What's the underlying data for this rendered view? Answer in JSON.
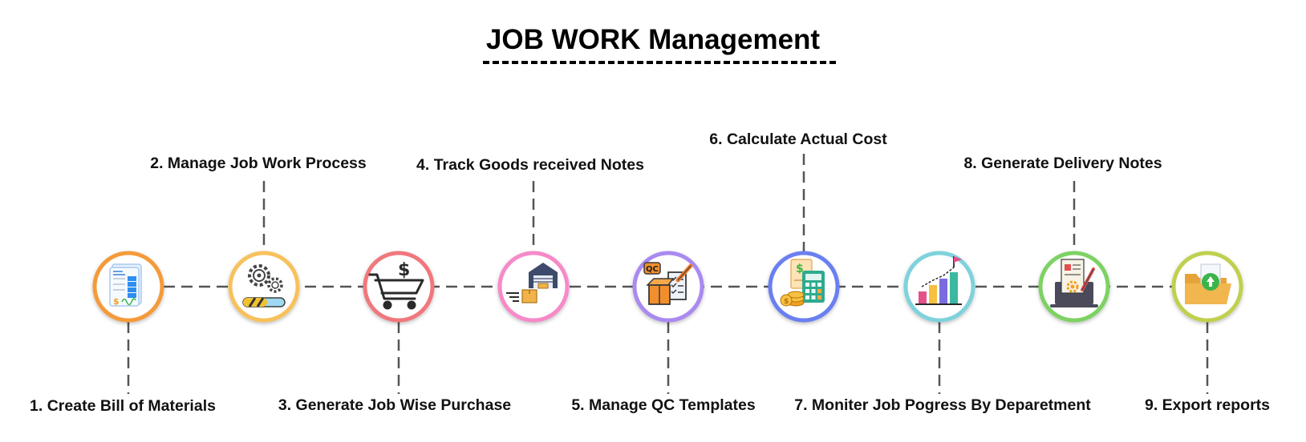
{
  "title": "JOB WORK Management",
  "steps": [
    {
      "label": "1. Create Bill of Materials",
      "color": "#f59a3a",
      "icon": "bill-of-materials-icon",
      "position": "bottom"
    },
    {
      "label": "2. Manage Job Work Process",
      "color": "#f7c15c",
      "icon": "gears-progress-icon",
      "position": "top"
    },
    {
      "label": "3. Generate Job Wise Purchase",
      "color": "#f0787d",
      "icon": "shopping-cart-dollar-icon",
      "position": "bottom"
    },
    {
      "label": "4. Track Goods received Notes",
      "color": "#f68ac8",
      "icon": "warehouse-delivery-icon",
      "position": "top"
    },
    {
      "label": "5. Manage QC Templates",
      "color": "#a98af0",
      "icon": "qc-box-checklist-icon",
      "position": "bottom"
    },
    {
      "label": "6. Calculate Actual Cost",
      "color": "#6a7ff0",
      "icon": "calculator-coins-icon",
      "position": "top"
    },
    {
      "label": "7. Moniter Job Pogress By Deparetment",
      "color": "#7fd2dc",
      "icon": "bar-chart-flag-icon",
      "position": "bottom"
    },
    {
      "label": "8. Generate Delivery Notes",
      "color": "#7dd264",
      "icon": "laptop-document-icon",
      "position": "top"
    },
    {
      "label": "9. Export reports",
      "color": "#c0d050",
      "icon": "folder-upload-icon",
      "position": "bottom"
    }
  ]
}
